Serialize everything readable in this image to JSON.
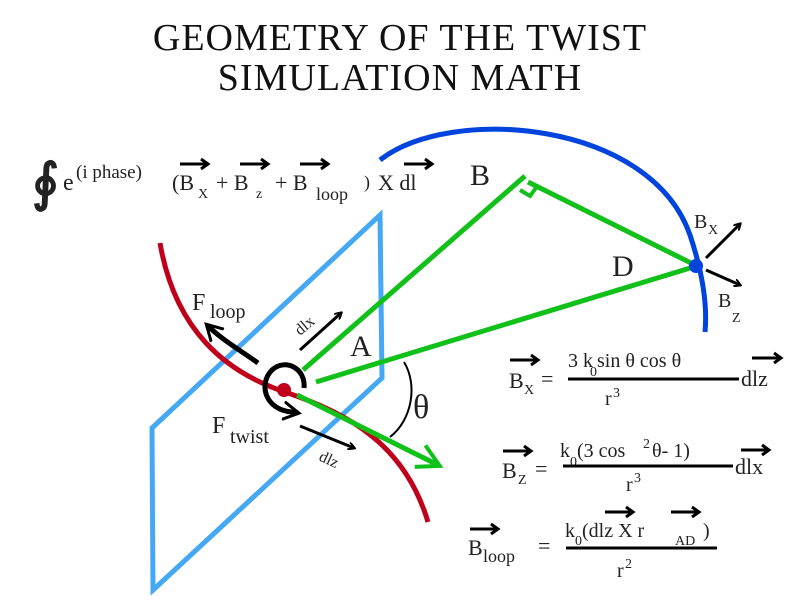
{
  "title": {
    "line1": "GEOMETRY OF THE TWIST",
    "line2": "SIMULATION MATH"
  },
  "integral": {
    "symbol": "∮",
    "e": "e",
    "exponent": "(i phase)",
    "open": "(B",
    "bx_sub": "X",
    "plus1": "+ B",
    "bz_sub": "z",
    "plus2": "+ B",
    "bloop_sub": "loop",
    "close": ")",
    "cross": "X dl"
  },
  "labels": {
    "A": "A",
    "B": "B",
    "D": "D",
    "theta": "θ",
    "F": "F",
    "floop_sub": "loop",
    "ftwist_sub": "twist",
    "dlx": "dlx",
    "dlz": "dlz",
    "Bx": "B",
    "Bx_sub": "X",
    "Bz": "B",
    "Bz_sub": "Z"
  },
  "equations": {
    "bx": {
      "lhs": "B",
      "lhs_sub": "X",
      "eq": "=",
      "num": "3 k",
      "num_sub": "0",
      "num_rest": " sin θ cos θ",
      "den": "r",
      "den_sup": "3",
      "vec": "dlz"
    },
    "bz": {
      "lhs": "B",
      "lhs_sub": "Z",
      "eq": "=",
      "num": "k",
      "num_sub": "0",
      "num_rest": " (3 cos",
      "num_sup": "2",
      "num_end": " θ- 1)",
      "den": "r",
      "den_sup": "3",
      "vec": "dlx"
    },
    "bloop": {
      "lhs": "B",
      "lhs_sub": "loop",
      "eq": "=",
      "num": "k",
      "num_sub": "0",
      "num_rest": " (dlz X r",
      "num_sub2": "AD",
      "num_end": ")",
      "den": "r",
      "den_sup": "2"
    }
  },
  "colors": {
    "plane": "#44a8f4",
    "wire": "#c0001a",
    "green": "#11c11a",
    "blue": "#0044dd"
  }
}
